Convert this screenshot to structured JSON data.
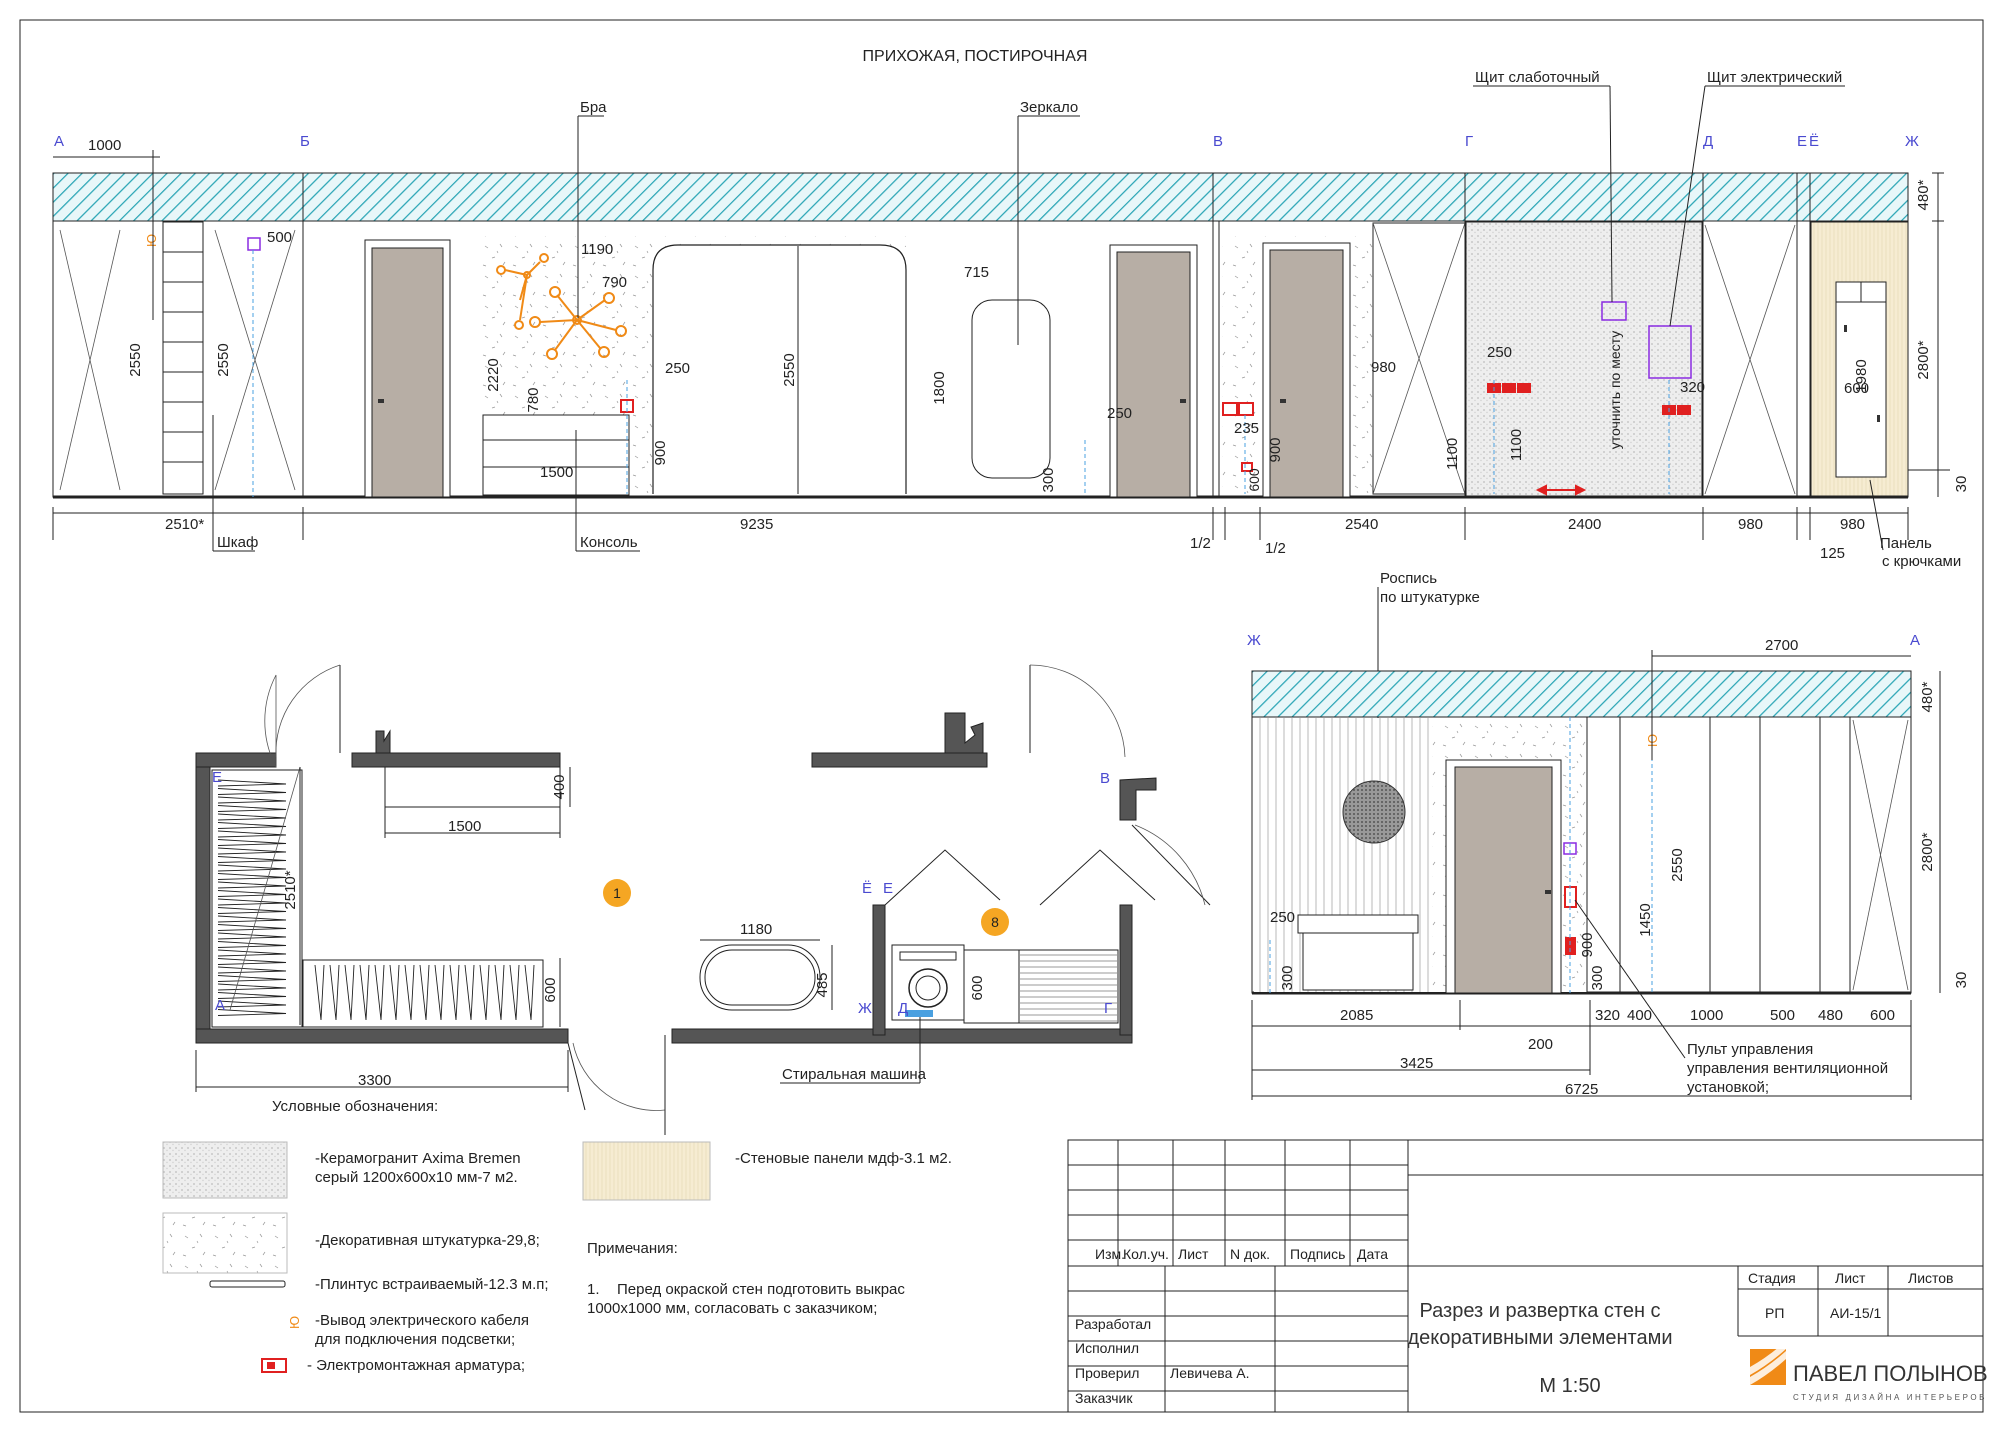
{
  "title": "ПРИХОЖАЯ, ПОСТИРОЧНАЯ",
  "axes_top": [
    "А",
    "Б",
    "В",
    "Г",
    "Д",
    "Е",
    "Ё",
    "Ж"
  ],
  "axes_right": [
    "Ж",
    "А"
  ],
  "plan_letters": [
    "Е",
    "А",
    "В",
    "Ё",
    "Е",
    "Ж",
    "Д",
    "Г"
  ],
  "room_numbers": [
    "1",
    "8"
  ],
  "callouts": {
    "bra": "Бра",
    "mirror": "Зеркало",
    "panel_slab": "Щит слаботочный",
    "panel_elec": "Щит электрический",
    "shkaf": "Шкаф",
    "konsol": "Консоль",
    "panel_hooks_1": "Панель",
    "panel_hooks_2": "с крючками",
    "rospis_1": "Роспись",
    "rospis_2": "по штукатурке",
    "washer": "Стиральная машина",
    "pult_1": "Пульт управления",
    "pult_2": "управления вентиляционной",
    "pult_3": "установкой;",
    "utochnit": "уточнить по месту"
  },
  "dims_top": {
    "d1000": "1000",
    "d500": "500",
    "d1190": "1190",
    "d790": "790",
    "d715": "715",
    "d250a": "250",
    "d250b": "250",
    "d235": "235",
    "d250c": "250",
    "d320": "320",
    "d980": "980",
    "d2550a": "2550",
    "d2550b": "2550",
    "d2220": "2220",
    "d780": "780",
    "d2550c": "2550",
    "d1800": "1800",
    "d900a": "900",
    "d300a": "300",
    "d900b": "900",
    "d600a": "600",
    "d1100": "1100",
    "d1980": "1980",
    "d600b": "600",
    "d1500": "1500",
    "d480": "480*",
    "d2800": "2800*",
    "d30": "30",
    "b2510": "2510*",
    "b9235": "9235",
    "b2540": "2540",
    "b2400": "2400",
    "b980a": "980",
    "b980b": "980",
    "bhalf1": "1/2",
    "bhalf2": "1/2",
    "b125": "125"
  },
  "dims_plan": {
    "p1500": "1500",
    "p400": "400",
    "p2510": "2510*",
    "p3300": "3300",
    "p600a": "600",
    "p1180": "1180",
    "p485": "485",
    "p600b": "600"
  },
  "dims_right": {
    "r2700": "2700",
    "r480": "480*",
    "r2800": "2800*",
    "r30": "30",
    "r250": "250",
    "r300a": "300",
    "r2550": "2550",
    "r1450": "1450",
    "r900": "900",
    "r300b": "300",
    "r2085": "2085",
    "r320": "320",
    "r400": "400",
    "r1000": "1000",
    "r500": "500",
    "r480b": "480",
    "r600": "600",
    "r200": "200",
    "r3425": "3425",
    "r6725": "6725"
  },
  "legend": {
    "heading": "Условные обозначения:",
    "i1_1": "-Керамогранит Axima Bremen",
    "i1_2": "серый 1200х600х10 мм-7 м2.",
    "i2": "-Декоративная штукатурка-29,8;",
    "i3": "-Плинтус встраиваемый-12.3 м.п;",
    "i4_1": "-Вывод электрического кабеля",
    "i4_2": "для подключения подсветки;",
    "i5": "- Электромонтажная арматура;",
    "i6": "-Стеновые панели мдф-3.1 м2."
  },
  "notes": {
    "heading": "Примечания:",
    "n_num": "1.",
    "n1": "Перед окраской стен подготовить выкрас",
    "n2": "1000х1000 мм, согласовать с заказчиком;"
  },
  "title_block": {
    "cols": [
      "Изм.",
      "Кол.уч.",
      "Лист",
      "N док.",
      "Подпись",
      "Дата"
    ],
    "rows": [
      "Разработал",
      "Исполнил",
      "Проверил",
      "Заказчик"
    ],
    "checked_by": "Левичева А.",
    "drawing_title_1": "Разрез и развертка стен с",
    "drawing_title_2": "декоративными элементами",
    "scale": "М 1:50",
    "stage_label": "Стадия",
    "sheet_label": "Лист",
    "sheets_label": "Листов",
    "stage": "РП",
    "sheet": "АИ-15/1",
    "studio": "ПАВЕЛ ПОЛЫНОВ",
    "studio_sub": "СТУДИЯ ДИЗАЙНА ИНТЕРЬЕРОВ"
  },
  "colors": {
    "hatch": "#2aa5b5",
    "tile": "#e4e4e4",
    "door": "#b7aea5",
    "mdf": "#f6ecd2",
    "orange": "#f08a16",
    "purple": "#8a2be2",
    "red": "#e02020",
    "wall": "#555555",
    "axis": "#4a4ad0"
  }
}
